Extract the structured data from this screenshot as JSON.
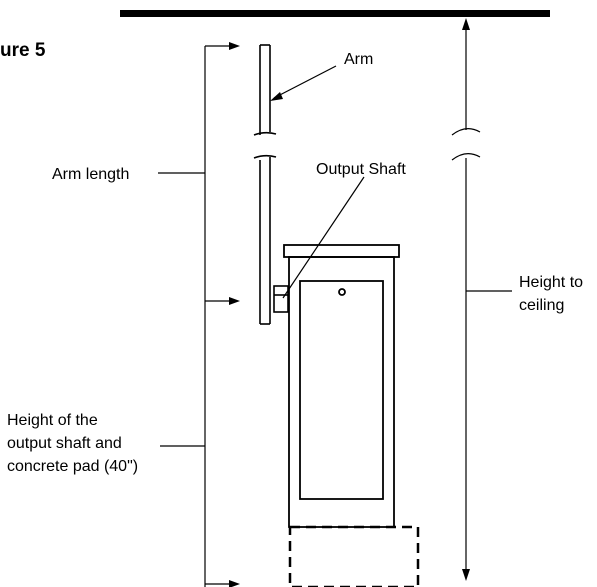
{
  "figure_title": "ure 5",
  "labels": {
    "arm": "Arm",
    "output_shaft": "Output Shaft",
    "arm_length": "Arm length",
    "height_to_ceiling_line1": "Height to",
    "height_to_ceiling_line2": "ceiling",
    "shaft_pad_line1": "Height of the",
    "shaft_pad_line2": "output shaft and",
    "shaft_pad_line3": "concrete pad (40\")"
  }
}
